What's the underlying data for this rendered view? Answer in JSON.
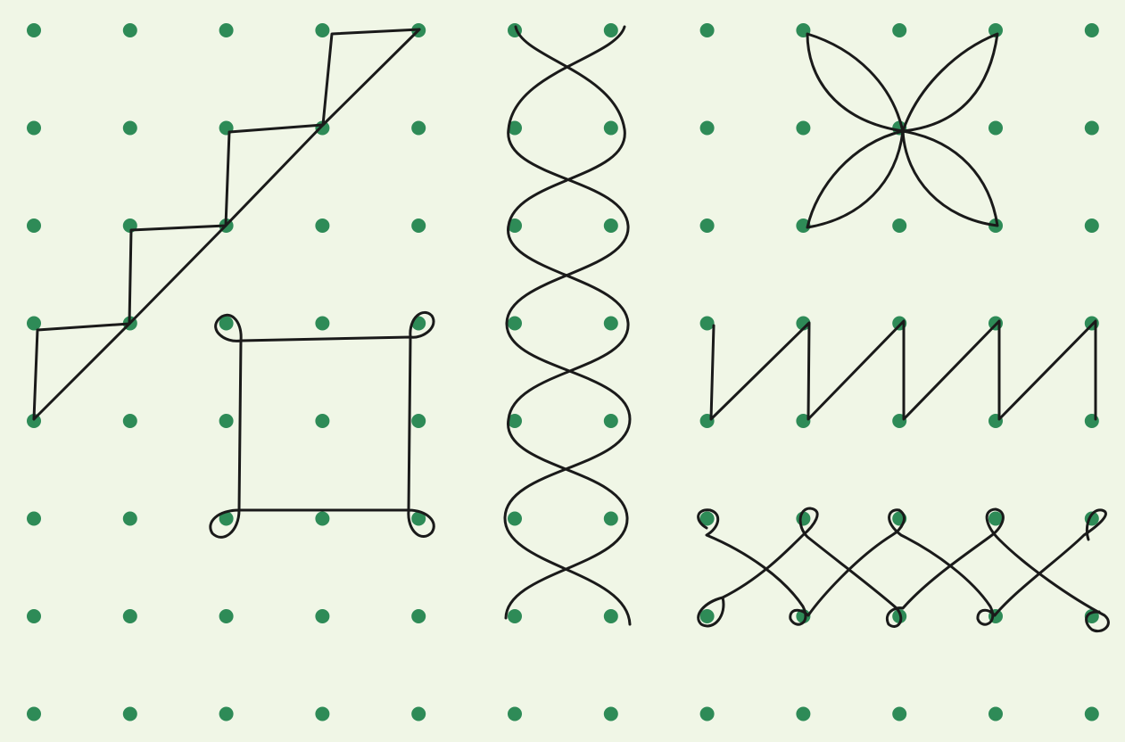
{
  "grid": {
    "columns": 12,
    "rows": 8,
    "dot_color": "#2e8b57",
    "background_color": "#f0f6e6"
  },
  "line_color": "#1a1a1a",
  "figures": [
    "staircase-figure",
    "looped-square-figure",
    "twisted-chain-figure",
    "four-petal-flower-figure",
    "zigzag-figure",
    "looped-cross-chain-figure"
  ]
}
